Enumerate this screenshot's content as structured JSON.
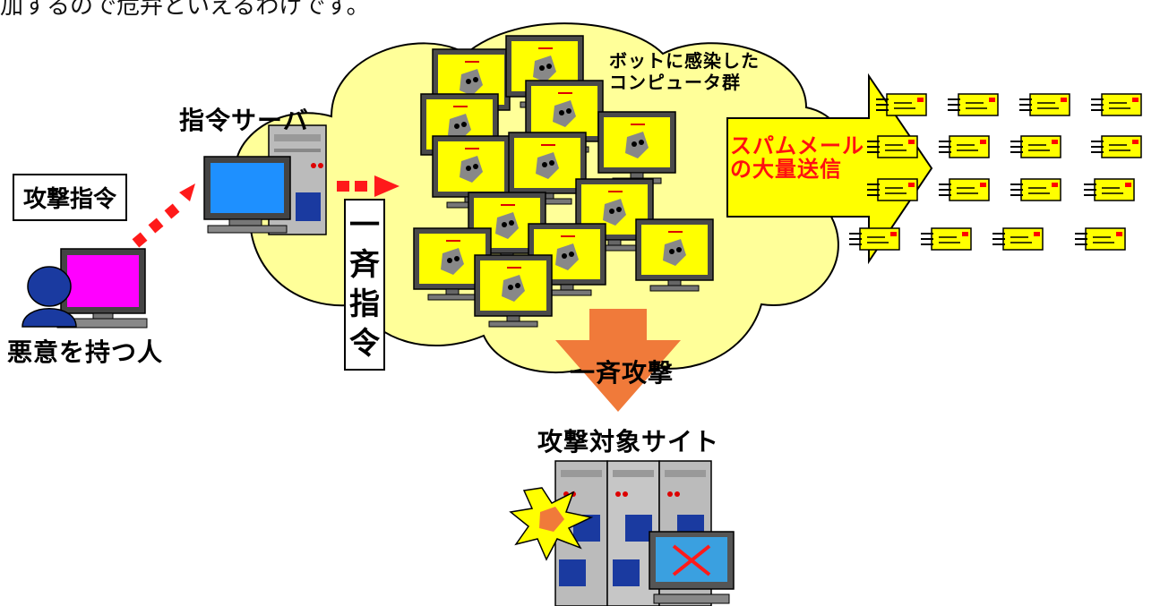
{
  "header": {
    "text": "加するので危弁といえるわけです。"
  },
  "labels": {
    "command": "攻撃指令",
    "attacker": "悪意を持つ人",
    "c2_server": "指令サーバ",
    "broadcast": "一斉指令",
    "bots": "ボットに感染した",
    "bots_line2": "コンピュータ群",
    "spam_line1": "スパムメール",
    "spam_line2": "の大量送信",
    "attack": "一斉攻撃",
    "target": "攻撃対象サイト"
  },
  "colors": {
    "cloud": "#ffff99",
    "bot_screen": "#ffff00",
    "attacker_screen": "#ff00ff",
    "server_screen": "#1e90ff",
    "arrow_red": "#ff1a1a",
    "attack_arrow": "#f07a3a",
    "spam_text": "#ff0000",
    "target_screen": "#3aa0e0"
  }
}
